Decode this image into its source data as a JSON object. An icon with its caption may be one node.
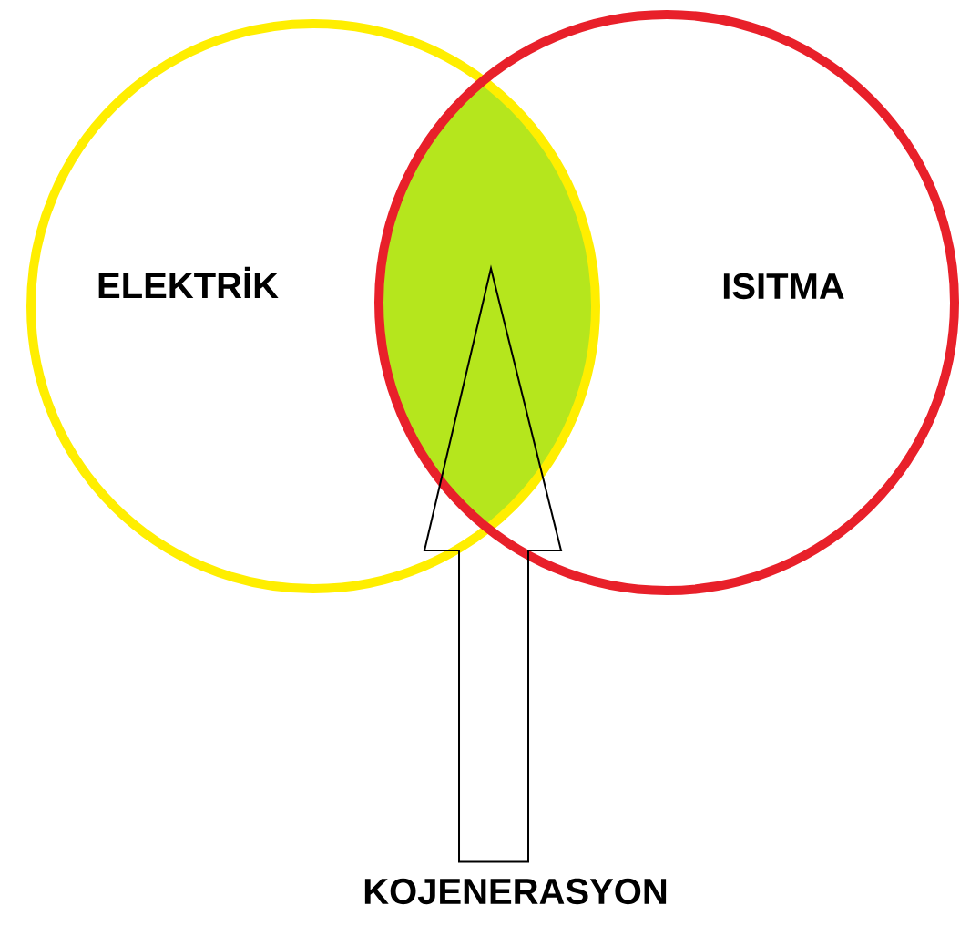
{
  "diagram": {
    "nodes": [
      {
        "text": [
          "ELEKTRİK"
        ]
      },
      {
        "text": [
          "ISITMA"
        ]
      },
      {
        "text": [
          "KOJENERASYON"
        ]
      },
      {
        "text": [],
        "shape": "lens"
      }
    ],
    "edges": [
      {
        "from": 2,
        "to": 3,
        "arrow": "to"
      }
    ]
  }
}
